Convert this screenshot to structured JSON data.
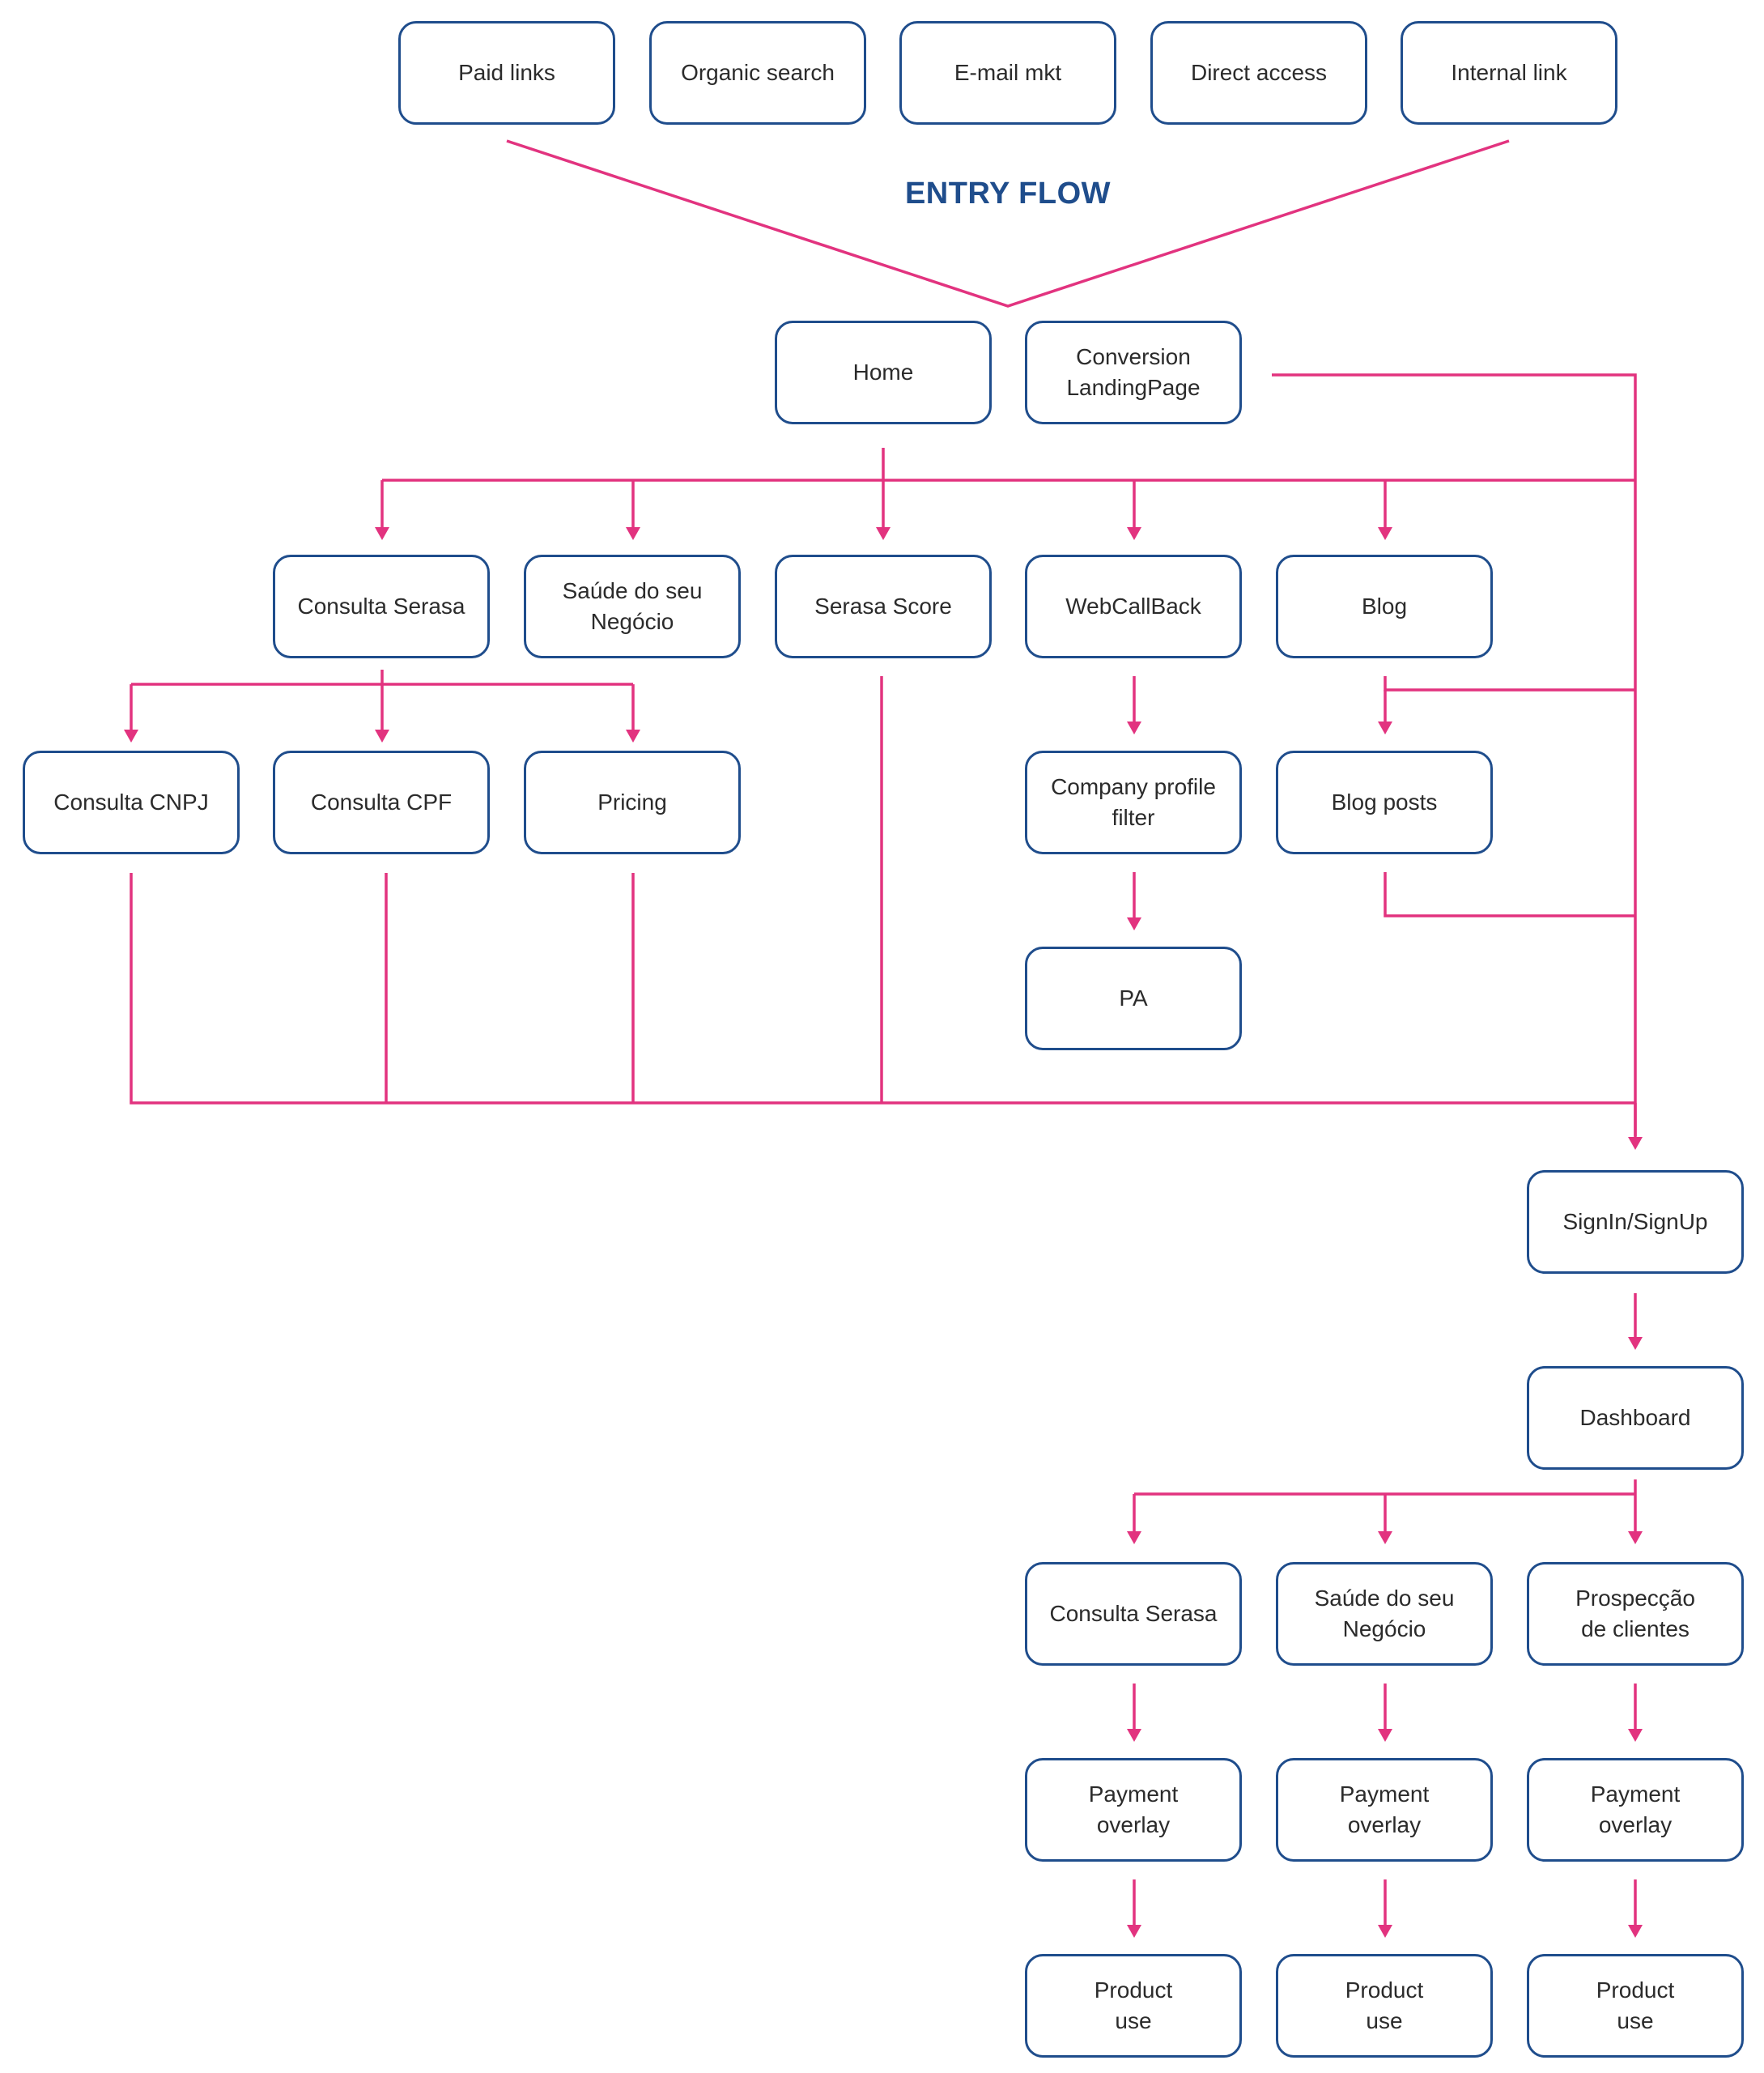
{
  "title": "ENTRY FLOW",
  "colors": {
    "node_border": "#1f4d8c",
    "connector": "#e2337f",
    "title": "#1f4d8c",
    "text": "#2b2b2b"
  },
  "nodes": {
    "paid_links": "Paid links",
    "organic_search": "Organic search",
    "email_mkt": "E-mail mkt",
    "direct_access": "Direct access",
    "internal_link": "Internal link",
    "home": "Home",
    "conversion_landing": "Conversion\nLandingPage",
    "consulta_serasa": "Consulta Serasa",
    "saude_negocio": "Saúde do seu\nNegócio",
    "serasa_score": "Serasa Score",
    "webcallback": "WebCallBack",
    "blog": "Blog",
    "consulta_cnpj": "Consulta CNPJ",
    "consulta_cpf": "Consulta CPF",
    "pricing": "Pricing",
    "company_profile": "Company profile\nfilter",
    "blog_posts": "Blog posts",
    "pa": "PA",
    "signin": "SignIn/SignUp",
    "dashboard": "Dashboard",
    "dash_consulta_serasa": "Consulta Serasa",
    "dash_saude": "Saúde do seu\nNegócio",
    "dash_prospeccao": "Prospecção\nde clientes",
    "payment_1": "Payment\noverlay",
    "payment_2": "Payment\noverlay",
    "payment_3": "Payment\noverlay",
    "product_1": "Product\nuse",
    "product_2": "Product\nuse",
    "product_3": "Product\nuse"
  }
}
